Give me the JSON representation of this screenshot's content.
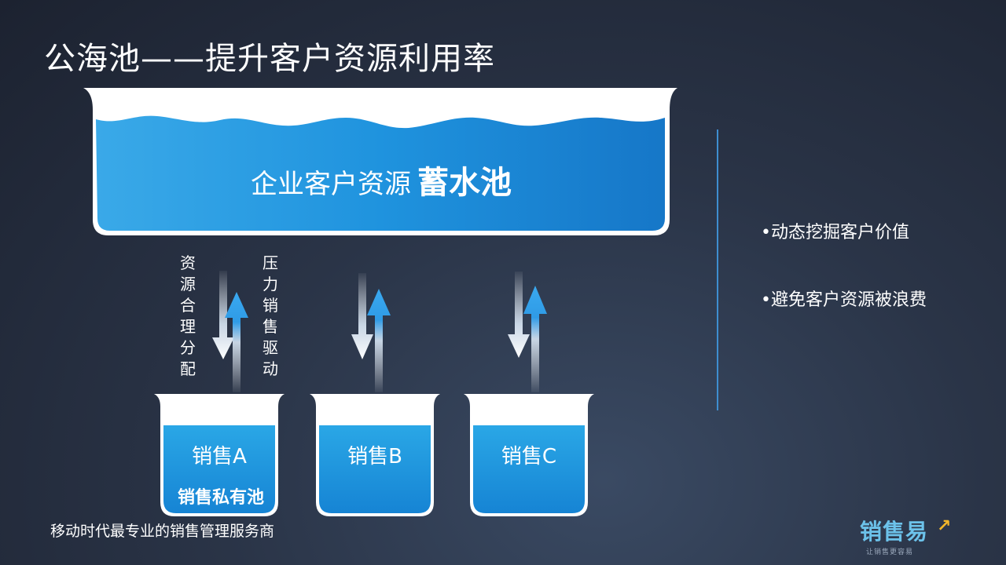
{
  "slide": {
    "title": "公海池——提升客户资源利用率",
    "reservoir": {
      "label": "企业客户资源",
      "strong": "蓄水池"
    },
    "arrow_labels": {
      "down": "资源合理分配",
      "up": "压力销售驱动"
    },
    "beakers": [
      {
        "label": "销售A",
        "sub": "销售私有池"
      },
      {
        "label": "销售B",
        "sub": ""
      },
      {
        "label": "销售C",
        "sub": ""
      }
    ],
    "bullets": [
      "•动态挖掘客户价值",
      "•避免客户资源被浪费"
    ],
    "footer": "移动时代最专业的销售管理服务商",
    "logo": {
      "name": "销售易",
      "tagline": "让销售更容易"
    },
    "colors": {
      "background": "#2a3447",
      "water": "#1a92dc",
      "accent": "#3e8ed0",
      "logo_blue": "#6cc2ea",
      "logo_arrow": "#f2b62a"
    }
  }
}
